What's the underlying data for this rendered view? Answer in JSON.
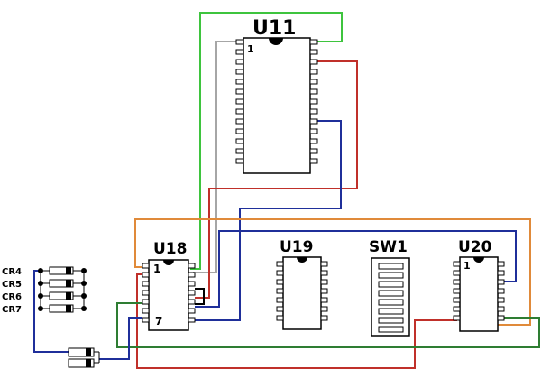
{
  "components": {
    "u11": {
      "ref": "U11",
      "pin1": "1"
    },
    "u18": {
      "ref": "U18",
      "pin1": "1",
      "pin7": "7"
    },
    "u19": {
      "ref": "U19"
    },
    "sw1": {
      "ref": "SW1"
    },
    "u20": {
      "ref": "U20",
      "pin1": "1"
    }
  },
  "diodes": [
    "CR4",
    "CR5",
    "CR6",
    "CR7"
  ],
  "colors": {
    "green": "#3ec43e",
    "red": "#c0302a",
    "blue": "#1f2f9a",
    "orange": "#e08a3a",
    "gray": "#a6a6a6",
    "light_blue": "#7a86d8",
    "dark_green": "#2e7d32"
  }
}
